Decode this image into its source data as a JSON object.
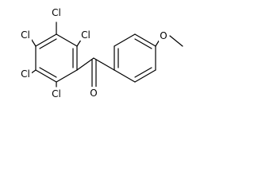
{
  "molecule": {
    "substituents": {
      "cl_2": "Cl",
      "cl_3": "Cl",
      "cl_4": "Cl",
      "cl_5": "Cl",
      "cl_6": "Cl"
    },
    "carbonyl_oxygen": "O",
    "methoxy": {
      "oxygen": "O"
    }
  }
}
